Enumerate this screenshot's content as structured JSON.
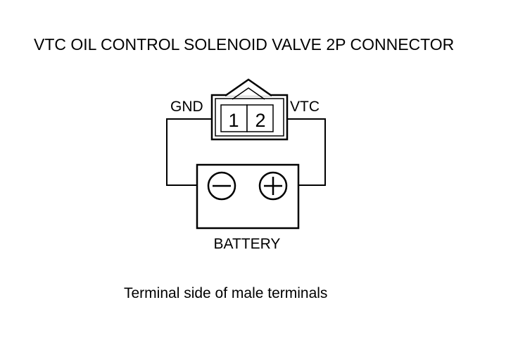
{
  "title": "VTC OIL CONTROL SOLENOID VALVE 2P CONNECTOR",
  "connector": {
    "left_label": "GND",
    "right_label": "VTC",
    "pins": [
      "1",
      "2"
    ]
  },
  "battery": {
    "label": "BATTERY",
    "negative_icon": "minus-terminal-icon",
    "positive_icon": "plus-terminal-icon"
  },
  "caption": "Terminal side of male terminals"
}
